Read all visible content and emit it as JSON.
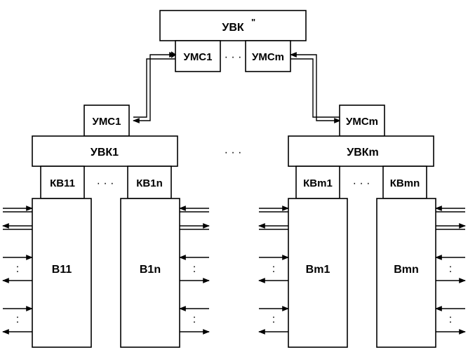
{
  "top": {
    "label": "УВК",
    "mark": "\""
  },
  "top_ports": {
    "left": "УМС1",
    "right": "УМСm",
    "dots": "· · ·"
  },
  "left_group": {
    "port": "УМС1",
    "controller": "УВК1",
    "channels": [
      "КВ11",
      "КВ1n"
    ],
    "blocks": [
      "В11",
      "В1n"
    ]
  },
  "right_group": {
    "port": "УМСm",
    "controller": "УВКm",
    "channels": [
      "КВm1",
      "КВmn"
    ],
    "blocks": [
      "Вm1",
      "Вmn"
    ]
  },
  "between_groups_dots": "· · ·",
  "channel_dots": "· · ·",
  "vertical_dots": ":"
}
